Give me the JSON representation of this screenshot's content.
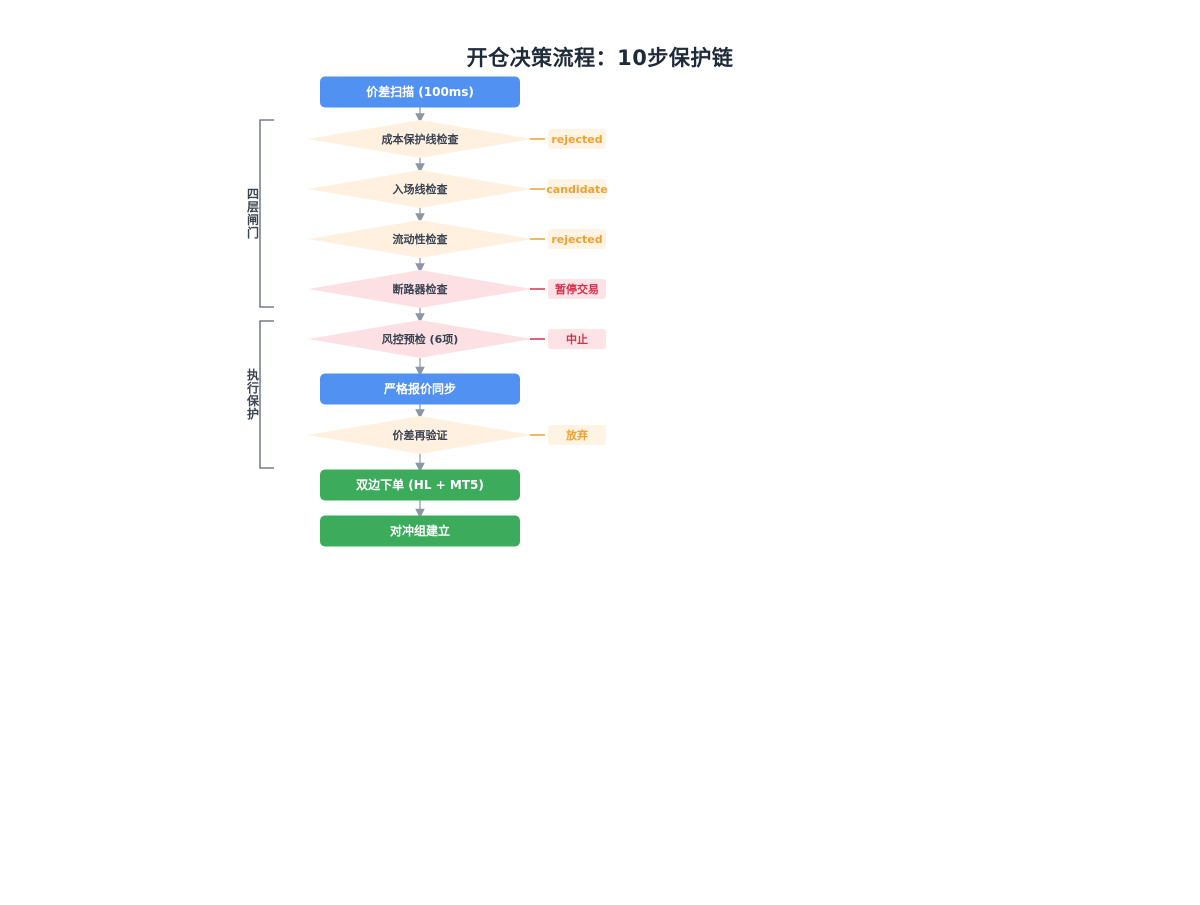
{
  "title": "开仓决策流程：10步保护链",
  "groups": [
    {
      "label": "四层闸门"
    },
    {
      "label": "执行保护"
    }
  ],
  "steps": [
    {
      "id": "scan",
      "shape": "process",
      "label": "价差扫描 (100ms)",
      "color": "#5191f2"
    },
    {
      "id": "cost",
      "shape": "decision",
      "label": "成本保护线检查",
      "color": "#fff0e0",
      "side": {
        "label": "rejected",
        "color": "#f0a030",
        "bg": "#fff3e4"
      }
    },
    {
      "id": "entry",
      "shape": "decision",
      "label": "入场线检查",
      "color": "#fff0e0",
      "side": {
        "label": "candidate",
        "color": "#f0a030",
        "bg": "#fff3e4"
      }
    },
    {
      "id": "liquidity",
      "shape": "decision",
      "label": "流动性检查",
      "color": "#fff0e0",
      "side": {
        "label": "rejected",
        "color": "#f0a030",
        "bg": "#fff3e4"
      }
    },
    {
      "id": "breaker",
      "shape": "decision",
      "label": "断路器检查",
      "color": "#fde0e4",
      "side": {
        "label": "暂停交易",
        "color": "#d8304a",
        "bg": "#fde3e6"
      }
    },
    {
      "id": "risk",
      "shape": "decision",
      "label": "风控预检 (6项)",
      "color": "#fde0e4",
      "side": {
        "label": "中止",
        "color": "#d8304a",
        "bg": "#fde3e6"
      }
    },
    {
      "id": "sync",
      "shape": "process",
      "label": "严格报价同步",
      "color": "#5191f2"
    },
    {
      "id": "reverify",
      "shape": "decision",
      "label": "价差再验证",
      "color": "#fff0e0",
      "side": {
        "label": "放弃",
        "color": "#f0a030",
        "bg": "#fff3e4"
      }
    },
    {
      "id": "order",
      "shape": "process",
      "label": "双边下单 (HL + MT5)",
      "color": "#3cac5c"
    },
    {
      "id": "hedge",
      "shape": "process",
      "label": "对冲组建立",
      "color": "#3cac5c"
    }
  ]
}
